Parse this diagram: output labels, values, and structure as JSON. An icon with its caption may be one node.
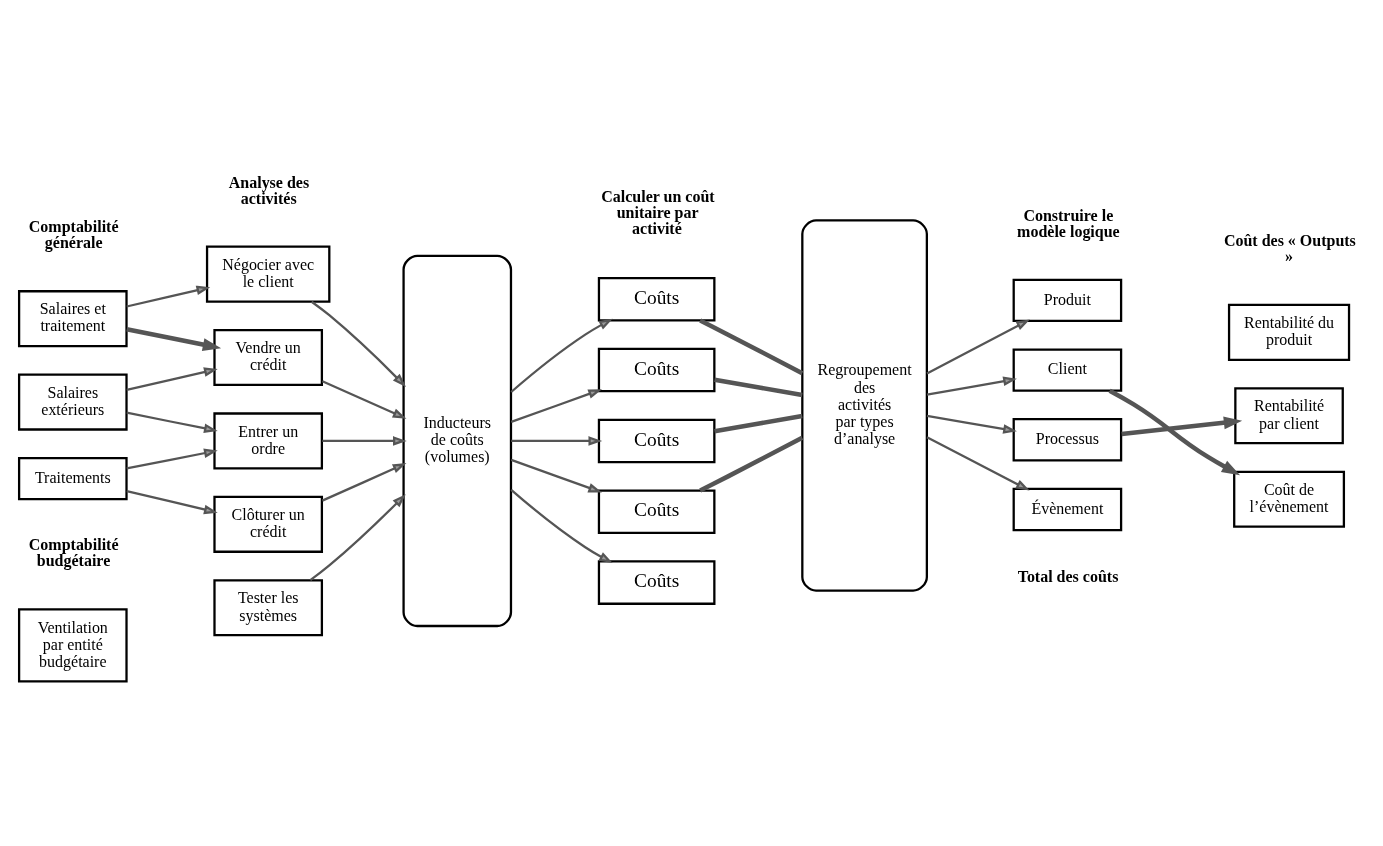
{
  "diagram": {
    "nodes": [
      {
        "text": [
          "Salaires et traitement"
        ]
      },
      {
        "text": [
          "Salaires extérieurs"
        ]
      },
      {
        "text": [
          "Traitements"
        ]
      },
      {
        "text": [
          "Ventilation par entité budgétaire"
        ]
      },
      {
        "text": [
          "Négocier avec le client"
        ]
      },
      {
        "text": [
          "Vendre un crédit"
        ]
      },
      {
        "text": [
          "Entrer un ordre"
        ]
      },
      {
        "text": [
          "Clôturer un crédit"
        ]
      },
      {
        "text": [
          "Tester les systèmes"
        ]
      },
      {
        "text": [
          "Inducteurs de coûts (volumes)"
        ]
      },
      {
        "text": [
          "Coûts"
        ]
      },
      {
        "text": [
          "Coûts"
        ]
      },
      {
        "text": [
          "Coûts"
        ]
      },
      {
        "text": [
          "Coûts"
        ]
      },
      {
        "text": [
          "Coûts"
        ]
      },
      {
        "text": [
          "Regroupement des activités par types d’analyse"
        ]
      },
      {
        "text": [
          "Produit"
        ]
      },
      {
        "text": [
          "Client"
        ]
      },
      {
        "text": [
          "Processus"
        ]
      },
      {
        "text": [
          "Évènement"
        ]
      },
      {
        "text": [
          "Rentabilité du produit"
        ]
      },
      {
        "text": [
          "Rentabilité par client"
        ]
      },
      {
        "text": [
          "Coût de l’évènement"
        ]
      }
    ],
    "edges": [
      {
        "from": 0,
        "to": 4,
        "arrow": "to"
      },
      {
        "from": 0,
        "to": 5,
        "arrow": "to",
        "style": "thick"
      },
      {
        "from": 1,
        "to": 5,
        "arrow": "to"
      },
      {
        "from": 1,
        "to": 6,
        "arrow": "to"
      },
      {
        "from": 2,
        "to": 6,
        "arrow": "to"
      },
      {
        "from": 2,
        "to": 7,
        "arrow": "to"
      },
      {
        "from": 4,
        "to": 9,
        "arrow": "to"
      },
      {
        "from": 5,
        "to": 9,
        "arrow": "to"
      },
      {
        "from": 6,
        "to": 9,
        "arrow": "to"
      },
      {
        "from": 7,
        "to": 9,
        "arrow": "to"
      },
      {
        "from": 8,
        "to": 9,
        "arrow": "to"
      },
      {
        "from": 9,
        "to": 10,
        "arrow": "to"
      },
      {
        "from": 9,
        "to": 11,
        "arrow": "to"
      },
      {
        "from": 9,
        "to": 12,
        "arrow": "to"
      },
      {
        "from": 9,
        "to": 13,
        "arrow": "to"
      },
      {
        "from": 9,
        "to": 14,
        "arrow": "to"
      },
      {
        "from": 10,
        "to": 15,
        "arrow": "none",
        "style": "thick"
      },
      {
        "from": 11,
        "to": 15,
        "arrow": "none",
        "style": "thick"
      },
      {
        "from": 12,
        "to": 15,
        "arrow": "none",
        "style": "thick"
      },
      {
        "from": 13,
        "to": 15,
        "arrow": "none",
        "style": "thick"
      },
      {
        "from": 15,
        "to": 16,
        "arrow": "to"
      },
      {
        "from": 15,
        "to": 17,
        "arrow": "to"
      },
      {
        "from": 15,
        "to": 18,
        "arrow": "to"
      },
      {
        "from": 15,
        "to": 19,
        "arrow": "to"
      },
      {
        "from": 17,
        "to": 22,
        "arrow": "to",
        "style": "thick"
      },
      {
        "from": 18,
        "to": 21,
        "arrow": "to",
        "style": "thick"
      }
    ],
    "labels": [
      "Comptabilité générale",
      "Analyse des activités",
      "Calculer un coût unitaire par activité",
      "Construire le modèle logique",
      "Coût des « Outputs »",
      "Comptabilité budgétaire",
      "Total des coûts"
    ]
  }
}
